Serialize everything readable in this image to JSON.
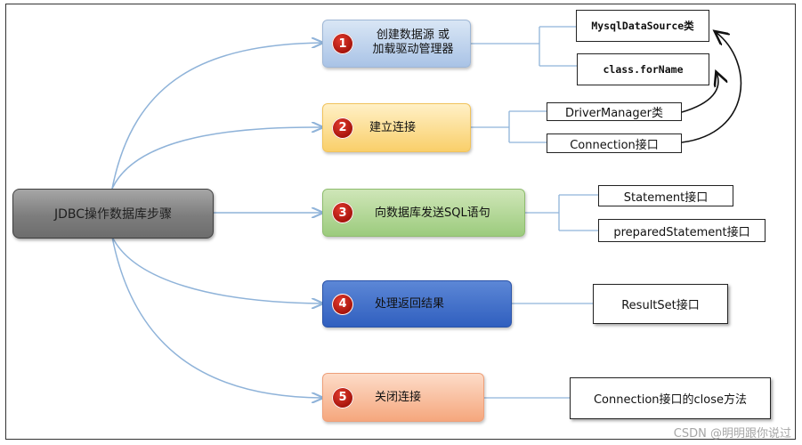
{
  "root": {
    "label": "JDBC操作数据库步骤"
  },
  "steps": [
    {
      "number": "1",
      "line1": "创建数据源 或",
      "line2": "加载驱动管理器"
    },
    {
      "number": "2",
      "line1": "建立连接"
    },
    {
      "number": "3",
      "line1": "向数据库发送SQL语句"
    },
    {
      "number": "4",
      "line1": "处理返回结果"
    },
    {
      "number": "5",
      "line1": "关闭连接"
    }
  ],
  "leaves": {
    "s1a": "MysqlDataSource类",
    "s1b": "class.forName",
    "s2a": "DriverManager类",
    "s2b": "Connection接口",
    "s3a": "Statement接口",
    "s3b": "preparedStatement接口",
    "s4a": "ResultSet接口",
    "s5a": "Connection接口的close方法"
  },
  "watermark": "CSDN @明明跟你说过",
  "colors": {
    "connector": "#8fb3d9",
    "step1": "#a9c3e6",
    "step2": "#f9cf6a",
    "step3": "#9ccb7d",
    "step4": "#305fbf",
    "step5": "#f5a77d",
    "badge": "#c0180c"
  }
}
